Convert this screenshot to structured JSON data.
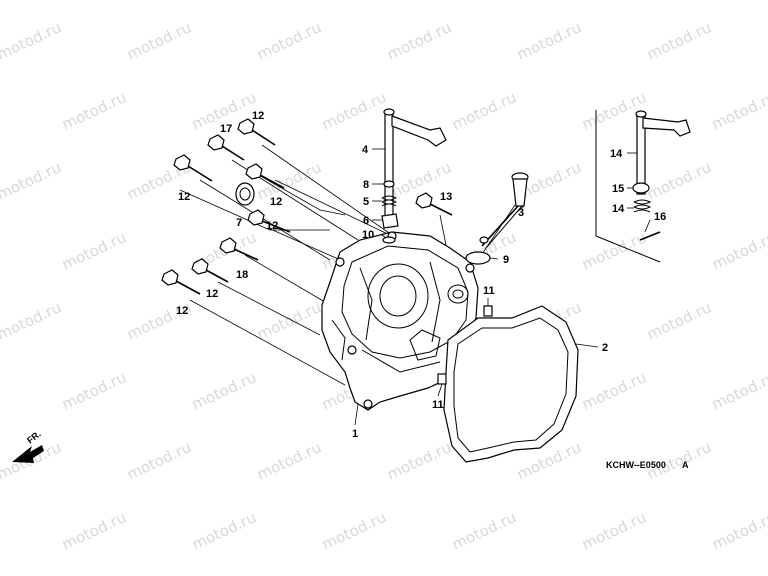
{
  "watermark": "motod.ru",
  "diagram_code": "KCHW--E0500",
  "diagram_suffix": "A",
  "front_marker": "FR.",
  "callouts": [
    "1",
    "2",
    "3",
    "4",
    "5",
    "6",
    "7",
    "8",
    "9",
    "10",
    "11",
    "11",
    "12",
    "12",
    "12",
    "12",
    "12",
    "13",
    "14",
    "14",
    "15",
    "16",
    "17",
    "18"
  ]
}
